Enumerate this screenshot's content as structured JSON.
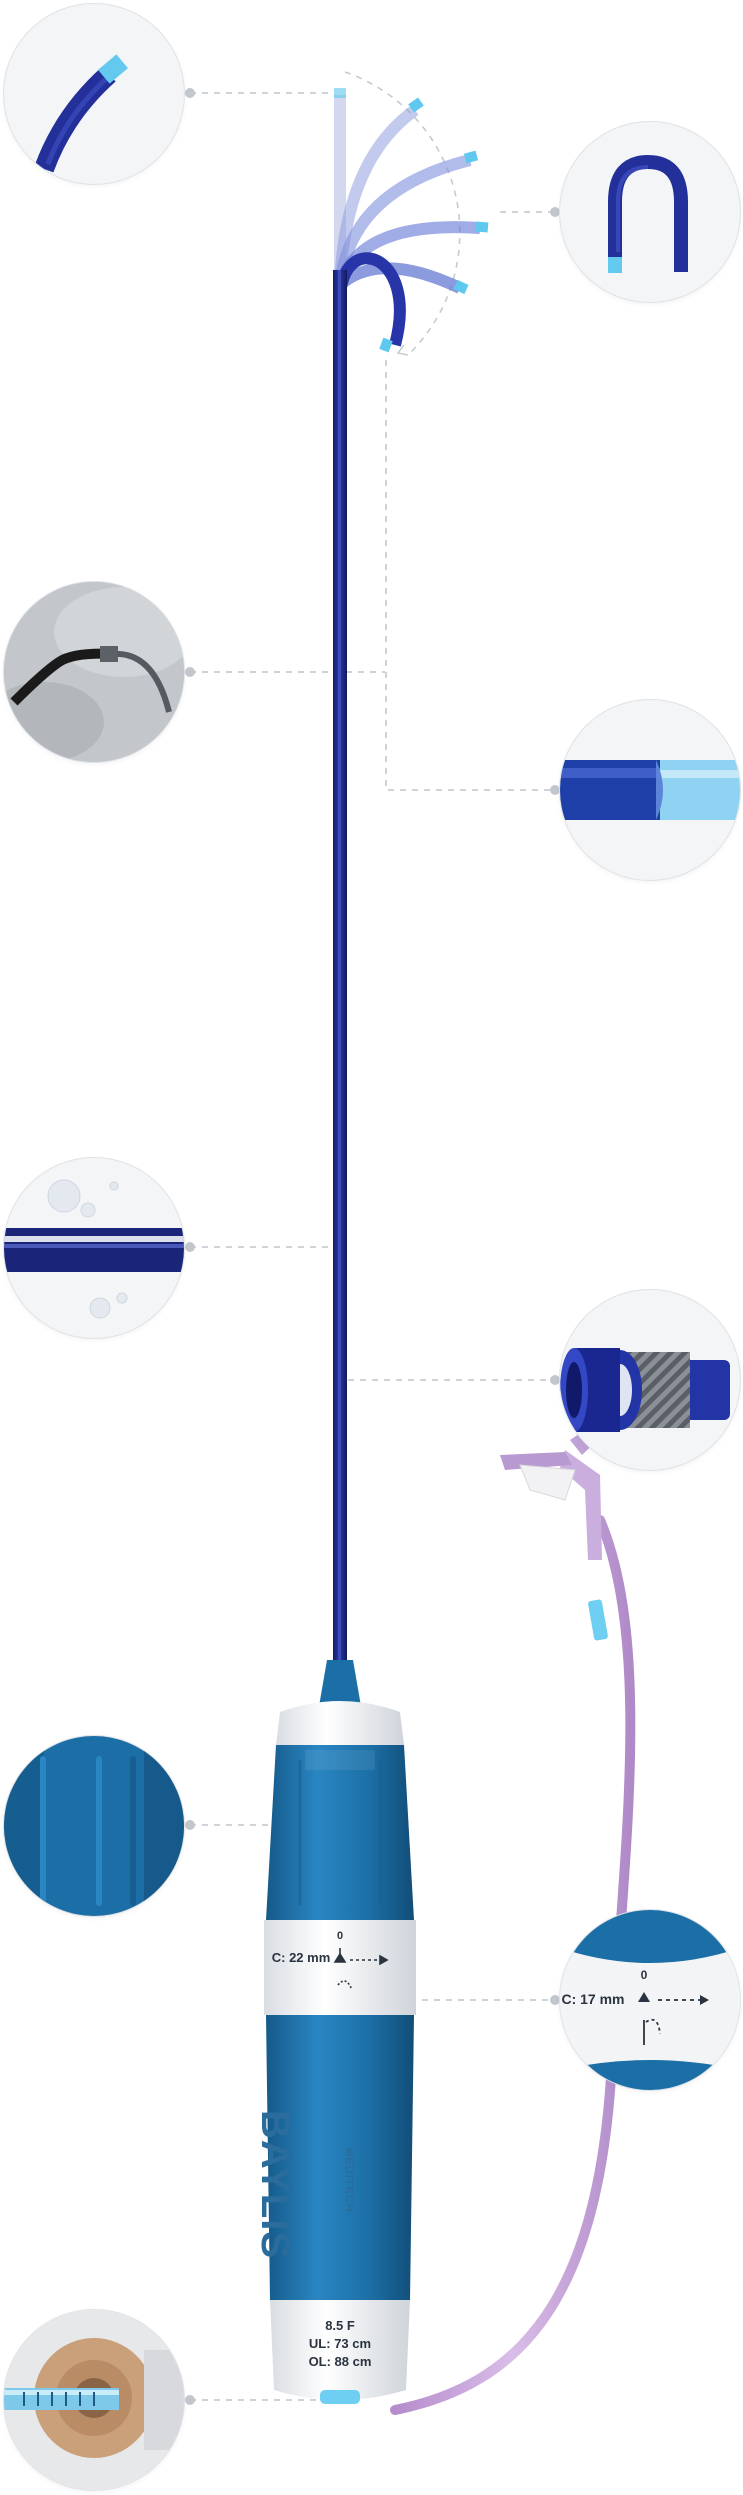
{
  "handle": {
    "brand": "BAYLIS",
    "brand_sub": "MEDITECH",
    "size": "8.5 F",
    "usable_length": "UL: 73 cm",
    "overall_length": "OL: 88 cm",
    "curve_label": "C: 22 mm",
    "dial_zero": "0"
  },
  "zoom_curve": {
    "curve_label": "C: 17 mm",
    "dial_zero": "0"
  },
  "colors": {
    "shaft": "#1f2a82",
    "handle_blue": "#1c6fa6",
    "handle_white": "#f2f3f5",
    "tip_cyan": "#5ec8ee",
    "tube_lilac": "#c8a3dc",
    "leader": "#bfc4ca"
  }
}
